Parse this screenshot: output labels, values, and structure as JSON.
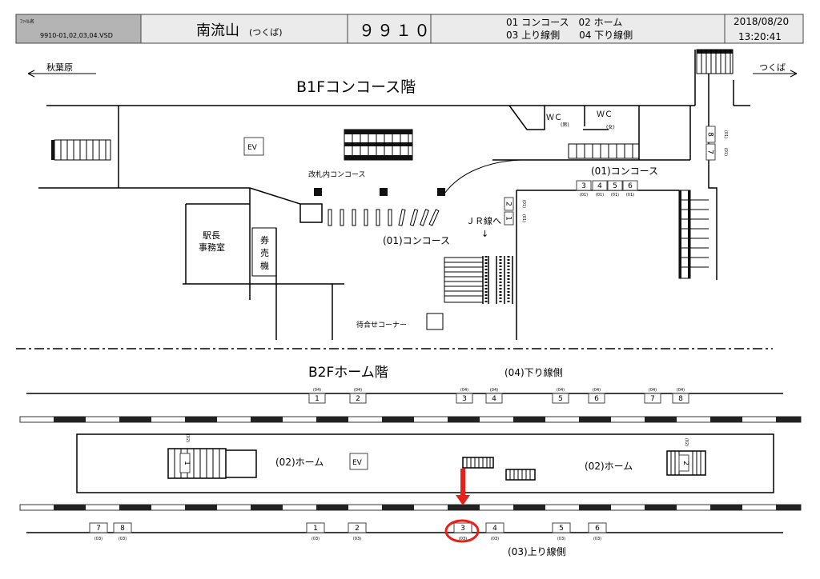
{
  "header": {
    "file_label": "ﾌｧｲﾙ名",
    "file_name": "9910-01,02,03,04.VSD",
    "station_name": "南流山",
    "station_sub": "(つくば)",
    "station_code": "９９１０",
    "legend_line1": "01 コンコース　02 ホーム",
    "legend_line2": "03 上り線側　　04 下り線側",
    "date": "2018/08/20",
    "time": "13:20:41"
  },
  "b1f": {
    "direction_left": "秋葉原",
    "direction_right": "つくば",
    "floor_title": "B1Fコンコース階",
    "ev_label": "EV",
    "gate_area_label": "改札内コンコース",
    "concourse_label_center": "(01)コンコース",
    "concourse_label_right": "(01)コンコース",
    "station_office_line1": "駅長",
    "station_office_line2": "事務室",
    "ticket_machine": [
      "券",
      "売",
      "機"
    ],
    "jr_line_label": "ＪＲ線へ",
    "jr_arrow": "↓",
    "waiting_corner": "待合せコーナー",
    "wc_men": "ＷＣ",
    "wc_men_sub": "(男)",
    "wc_women": "ＷＣ",
    "wc_women_sub": "(女)",
    "doors": [
      {
        "num": "3",
        "tag": "(01)"
      },
      {
        "num": "4",
        "tag": "(01)"
      },
      {
        "num": "5",
        "tag": "(01)"
      },
      {
        "num": "6",
        "tag": "(01)"
      }
    ],
    "doors_left": [
      {
        "num": "2",
        "tag": "(01)"
      },
      {
        "num": "1",
        "tag": "(01)"
      }
    ],
    "doors_right": [
      {
        "num": "8",
        "tag": "(01)"
      },
      {
        "num": "7",
        "tag": "(01)"
      }
    ]
  },
  "b2f": {
    "floor_title": "B2Fホーム階",
    "down_side_label": "(04)下り線側",
    "up_side_label": "(03)上り線側",
    "platform_label_left": "(02)ホーム",
    "platform_label_right": "(02)ホーム",
    "ev_label": "EV",
    "stair1": {
      "num": "1",
      "tag": "(02)"
    },
    "stair2": {
      "num": "2",
      "tag": "(02)"
    },
    "down_doors": [
      {
        "num": "1",
        "tag": "(04)"
      },
      {
        "num": "2",
        "tag": "(04)"
      },
      {
        "num": "3",
        "tag": "(04)"
      },
      {
        "num": "4",
        "tag": "(04)"
      },
      {
        "num": "5",
        "tag": "(04)"
      },
      {
        "num": "6",
        "tag": "(04)"
      },
      {
        "num": "7",
        "tag": "(04)"
      },
      {
        "num": "8",
        "tag": "(04)"
      }
    ],
    "up_doors": [
      {
        "num": "7",
        "tag": "(03)"
      },
      {
        "num": "8",
        "tag": "(03)"
      },
      {
        "num": "1",
        "tag": "(03)"
      },
      {
        "num": "2",
        "tag": "(03)"
      },
      {
        "num": "3",
        "tag": "(03)"
      },
      {
        "num": "4",
        "tag": "(03)"
      },
      {
        "num": "5",
        "tag": "(03)"
      },
      {
        "num": "6",
        "tag": "(03)"
      }
    ],
    "highlight_color": "#e8201a"
  }
}
